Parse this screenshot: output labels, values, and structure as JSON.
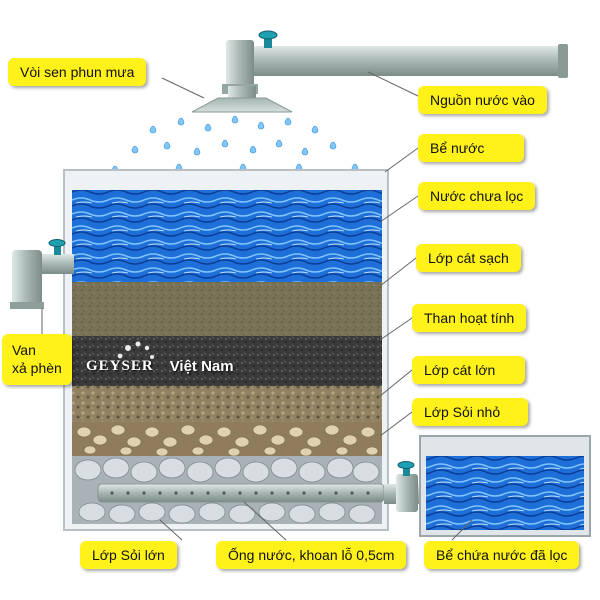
{
  "callouts": {
    "shower_head": "Vòi sen phun mưa",
    "water_source": "Nguồn nước vào",
    "tank": "Bể nước",
    "unfiltered_water": "Nước chưa lọc",
    "clean_sand": "Lớp cát sạch",
    "activated_carbon": "Than hoạt tính",
    "coarse_sand": "Lớp cát lớn",
    "small_gravel": "Lớp Sỏi nhỏ",
    "large_gravel": "Lớp Sỏi lớn",
    "drilled_pipe": "Ống nước, khoan lỗ 0,5cm",
    "filtered_tank": "Bể chứa nước đã lọc",
    "drain_valve_line1": "Van",
    "drain_valve_line2": "xả phèn"
  },
  "brand": {
    "name": "GEYSER",
    "region": "Việt Nam"
  },
  "colors": {
    "callout_bg": "#fff21a",
    "water_blue": "#1e6fd6",
    "pipe_gray": "#9fb0ac",
    "valve_teal": "#1a8a9a",
    "sand": "#7a7256",
    "carbon": "#3c3c3c",
    "coarse_sand": "#9a8a66",
    "small_gravel": "#c9b48e",
    "large_gravel": "#b8c0c4"
  }
}
